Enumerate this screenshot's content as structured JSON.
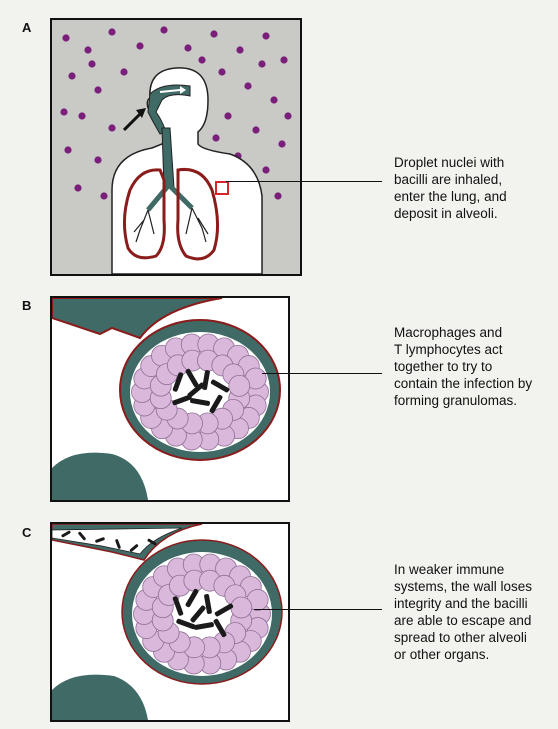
{
  "colors": {
    "background": "#f2f2ee",
    "airway": "#3f6a66",
    "lung_outline": "#8b1c1c",
    "droplet": "#7a1f7a",
    "macrophage": "#d9b8dc",
    "bacilli": "#1a1a1a",
    "highlight_box": "#d6262c"
  },
  "panels": [
    {
      "letter": "A",
      "caption": "Droplet nuclei with\nbacilli are inhaled,\nenter the lung, and\ndeposit in alveoli."
    },
    {
      "letter": "B",
      "caption": "Macrophages and\nT lymphocytes act\ntogether to try to\ncontain the infection by\nforming granulomas."
    },
    {
      "letter": "C",
      "caption": "In weaker immune\nsystems, the wall loses\nintegrity and the bacilli\nare able to escape and\nspread to other alveoli\nor other organs."
    }
  ]
}
